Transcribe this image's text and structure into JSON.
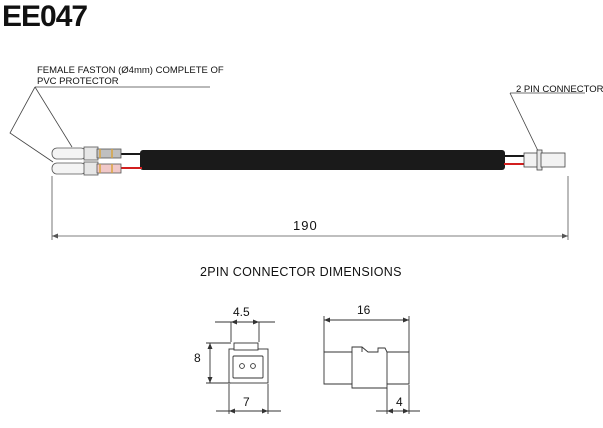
{
  "title": "EE047",
  "callouts": {
    "faston_line1": "FEMALE FASTON (Ø4mm) COMPLETE OF",
    "faston_line2": "PVC PROTECTOR",
    "connector": "2 PIN CONNECTOR"
  },
  "dimensions": {
    "overall_length": "190",
    "section_title": "2PIN CONNECTOR  DIMENSIONS",
    "front_width_top": "4.5",
    "front_height": "8",
    "front_width_bottom": "7",
    "side_length": "16",
    "side_tip": "4"
  },
  "colors": {
    "cable": "#1a1a1a",
    "wire_red": "#d21f1f",
    "connector_body": "#f2f2f2",
    "line": "#333333"
  }
}
